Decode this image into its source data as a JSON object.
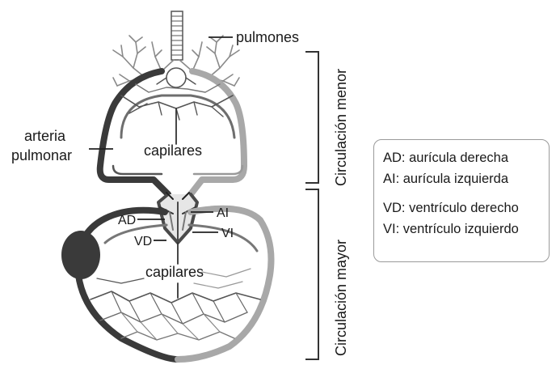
{
  "labels": {
    "pulmones": "pulmones",
    "arteria": "arteria",
    "pulmonar": "pulmonar",
    "capilares_top": "capilares",
    "capilares_bottom": "capilares",
    "AD": "AD",
    "AI": "AI",
    "VD": "VD",
    "VI": "VI",
    "circulacion_menor": "Circulación menor",
    "circulacion_mayor": "Circulación mayor"
  },
  "legend": {
    "group1": [
      "AD: aurícula derecha",
      "AI: aurícula izquierda"
    ],
    "group2": [
      "VD: ventrículo derecho",
      "VI: ventrículo izquierdo"
    ]
  },
  "colors": {
    "dark_vessel": "#3a3a3a",
    "light_vessel": "#a8a8a8",
    "mid_vessel": "#6e6e6e",
    "text": "#1a1a1a",
    "legend_border": "#9a9a9a"
  }
}
